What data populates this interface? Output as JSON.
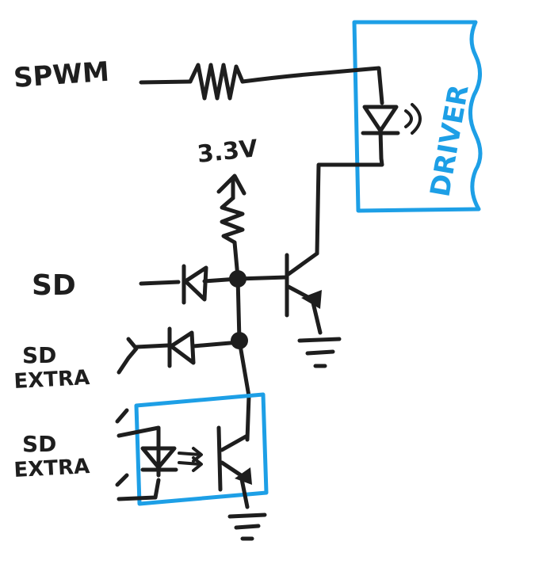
{
  "labels": {
    "pwm_in": "SPWM",
    "supply": "3.3V",
    "sd": "SD",
    "sd_extra_1_top": "SD",
    "sd_extra_1_bottom": "EXTRA",
    "sd_extra_2_top": "SD",
    "sd_extra_2_bottom": "EXTRA",
    "driver": "DRIVER"
  },
  "colors": {
    "ink": "#1e1e1e",
    "highlight": "#1d9fe6",
    "background": "#ffffff"
  }
}
